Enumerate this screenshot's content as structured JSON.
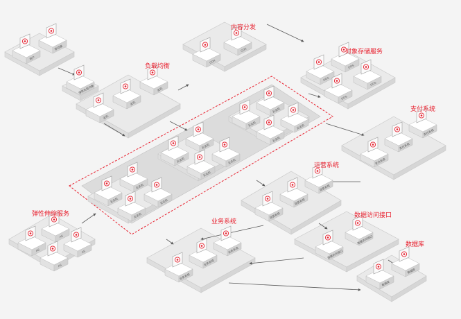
{
  "labels": {
    "content_distribution": "内容分发",
    "load_balancing": "负载均衡",
    "object_storage": "对象存储服务",
    "payment_system": "支付系统",
    "operations_system": "运营系统",
    "business_system": "业务系统",
    "data_access_interface": "数据访问接口",
    "database": "数据库",
    "elastic_scaling": "弹性伸缩服务"
  },
  "device_texts": {
    "cdn": "CDN",
    "oos": "OOS",
    "as": "AS",
    "user": "用户",
    "mobile": "移动端",
    "elastic_lb": "弹性负载均衡",
    "host": "主机",
    "cloud_host": "云主机",
    "payment": "支付系统",
    "operations": "运营系统",
    "business": "业务系统",
    "data_access": "数据访问接口",
    "database": "数据库"
  },
  "colors": {
    "accent": "#e8202e",
    "platform": "#eaeaea",
    "platform_edge": "#c9c9c9",
    "device": "#ffffff",
    "device_side": "#d2d2d2",
    "screen": "#fafafa",
    "arrow": "#5a5a5a",
    "highlight_zone": "#dcdcdc"
  }
}
